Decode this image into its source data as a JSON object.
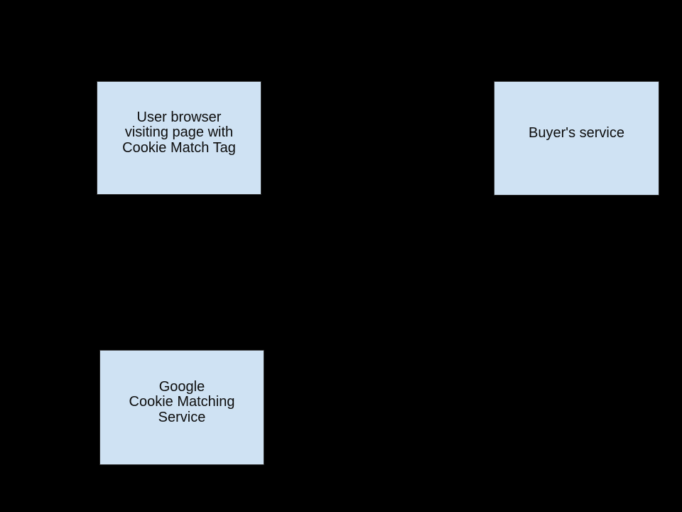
{
  "diagram": {
    "background_color": "#000000",
    "node_fill_color": "#cfe2f3",
    "node_border_color": "#2b2b2b",
    "node_text_color": "#0d0d0d",
    "nodes": [
      {
        "id": "user-browser",
        "label": "User browser\nvisiting page with\nCookie Match Tag"
      },
      {
        "id": "buyers-service",
        "label": "Buyer's service"
      },
      {
        "id": "google-cookie-matching",
        "label": "Google\nCookie Matching\nService"
      }
    ]
  }
}
